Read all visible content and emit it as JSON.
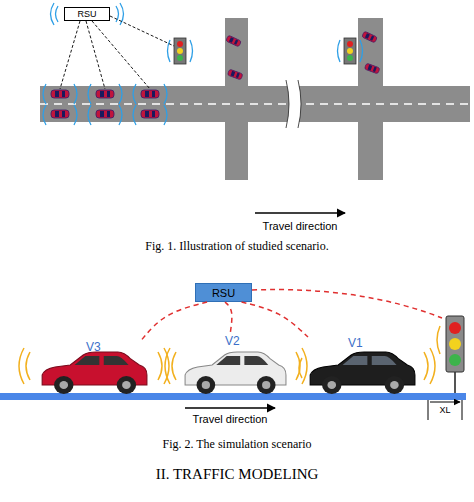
{
  "diagram": {
    "nodes": [
      {
        "text": [
          "RSU"
        ]
      },
      {
        "text": [
          "RSU"
        ]
      },
      {
        "text": [
          "V3"
        ]
      },
      {
        "text": [
          "V2"
        ]
      },
      {
        "text": [
          "V1"
        ]
      }
    ],
    "edges": [
      {
        "from": 1,
        "to": 2,
        "arrow": "none"
      },
      {
        "from": 1,
        "to": 3,
        "arrow": "none"
      },
      {
        "from": 1,
        "to": 4,
        "arrow": "none"
      }
    ],
    "labels": [
      "Travel direction",
      "Fig. 1. Illustration of studied scenario.",
      "Travel direction",
      "XL",
      "Fig. 2. The simulation scenario",
      "II. TRAFFIC MODELING"
    ]
  }
}
